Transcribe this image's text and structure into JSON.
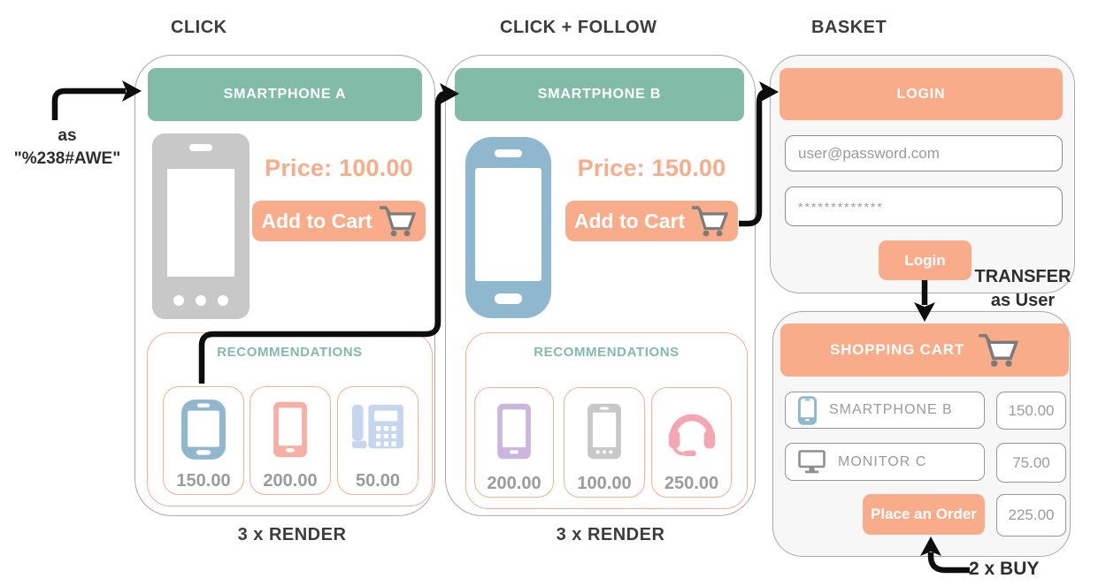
{
  "titles": {
    "panel1": "CLICK",
    "panel2": "CLICK + FOLLOW",
    "panel3": "BASKET"
  },
  "annotations": {
    "entry_line1": "as",
    "entry_line2": "\"%238#AWE\"",
    "render1": "3 x RENDER",
    "render2": "3 x RENDER",
    "transfer_line1": "TRANSFER",
    "transfer_line2": "as User",
    "buy": "2 x BUY"
  },
  "panel1": {
    "header": "SMARTPHONE A",
    "price": "Price: 100.00",
    "add_to_cart": "Add to Cart",
    "recommendations_title": "RECOMMENDATIONS",
    "recommendations": [
      {
        "icon": "smartphone-blue-icon",
        "price": "150.00"
      },
      {
        "icon": "smartphone-salmon-icon",
        "price": "200.00"
      },
      {
        "icon": "desk-phone-icon",
        "price": "50.00"
      }
    ]
  },
  "panel2": {
    "header": "SMARTPHONE B",
    "price": "Price: 150.00",
    "add_to_cart": "Add to Cart",
    "recommendations_title": "RECOMMENDATIONS",
    "recommendations": [
      {
        "icon": "smartphone-purple-icon",
        "price": "200.00"
      },
      {
        "icon": "smartphone-gray-icon",
        "price": "100.00"
      },
      {
        "icon": "headset-icon",
        "price": "250.00"
      }
    ]
  },
  "basket": {
    "login": {
      "header": "LOGIN",
      "email_placeholder": "user@password.com",
      "password_placeholder": "*************",
      "button": "Login"
    },
    "cart": {
      "header": "SHOPPING CART",
      "items": [
        {
          "icon": "smartphone-icon",
          "name": "SMARTPHONE B",
          "price": "150.00"
        },
        {
          "icon": "monitor-icon",
          "name": "MONITOR C",
          "price": "75.00"
        }
      ],
      "order_button": "Place an Order",
      "total": "225.00"
    }
  },
  "colors": {
    "teal": "#82bca8",
    "salmon": "#f8ac89",
    "blue": "#8fb7ce",
    "purple": "#cbb6de",
    "pink": "#f4a7b2",
    "periwinkle": "#c7d6ef",
    "gray_icon": "#c8c8c8",
    "dark_text": "#3c3c3c"
  }
}
